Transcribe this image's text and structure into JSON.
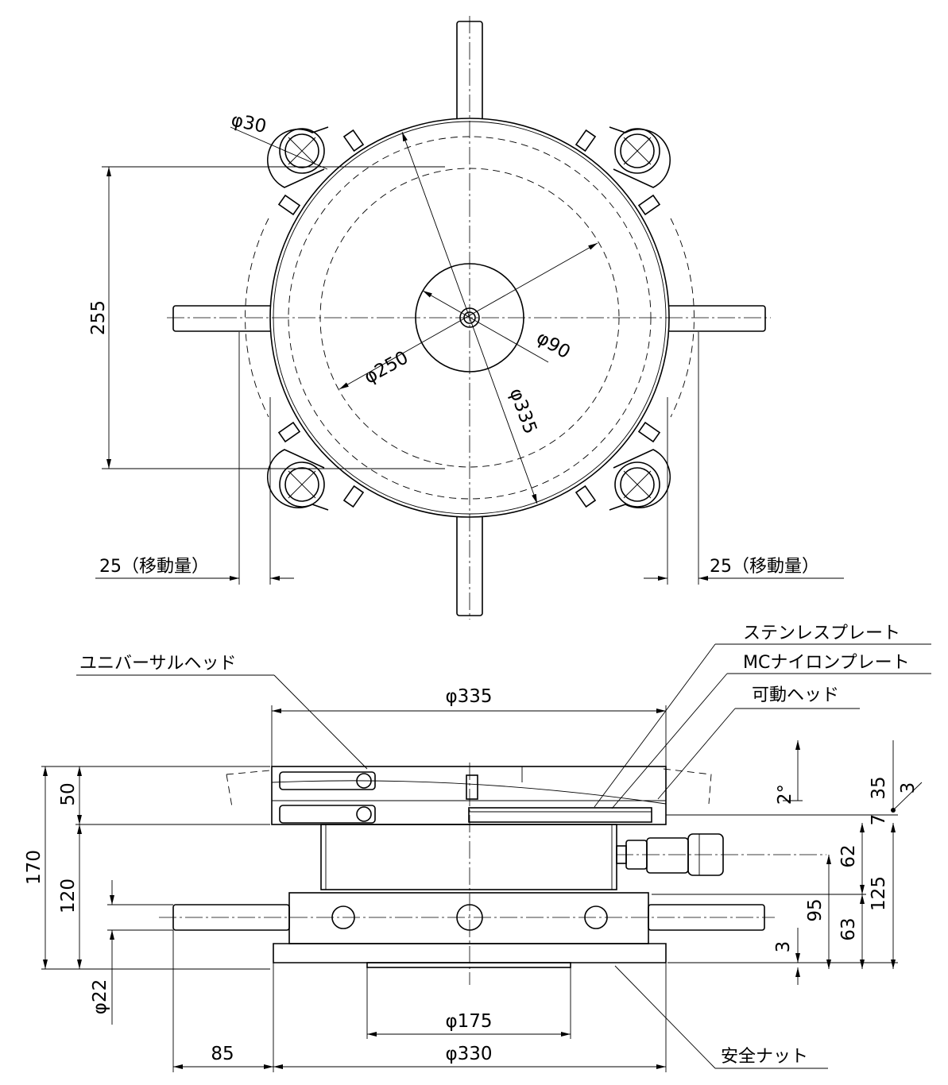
{
  "top_view": {
    "d_bolt": "φ30",
    "d_250": "φ250",
    "d_90": "φ90",
    "d_335": "φ335",
    "dim_255": "255",
    "travel_left": "25（移動量）",
    "travel_right": "25（移動量）"
  },
  "side_view": {
    "labels": {
      "stainless_plate": "ステンレスプレート",
      "mc_nylon_plate": "MCナイロンプレート",
      "movable_head": "可動ヘッド",
      "universal_head": "ユニバーサルヘッド",
      "safety_nut": "安全ナット"
    },
    "dims": {
      "d_335": "φ335",
      "d_175": "φ175",
      "d_330": "φ330",
      "d_22": "φ22",
      "h_170": "170",
      "h_50": "50",
      "h_120": "120",
      "h_35": "35",
      "h_3_top": "3",
      "h_7": "7",
      "angle_2": "2°",
      "h_62": "62",
      "h_125": "125",
      "h_95": "95",
      "h_63": "63",
      "h_3_bottom": "3",
      "w_85": "85"
    }
  }
}
